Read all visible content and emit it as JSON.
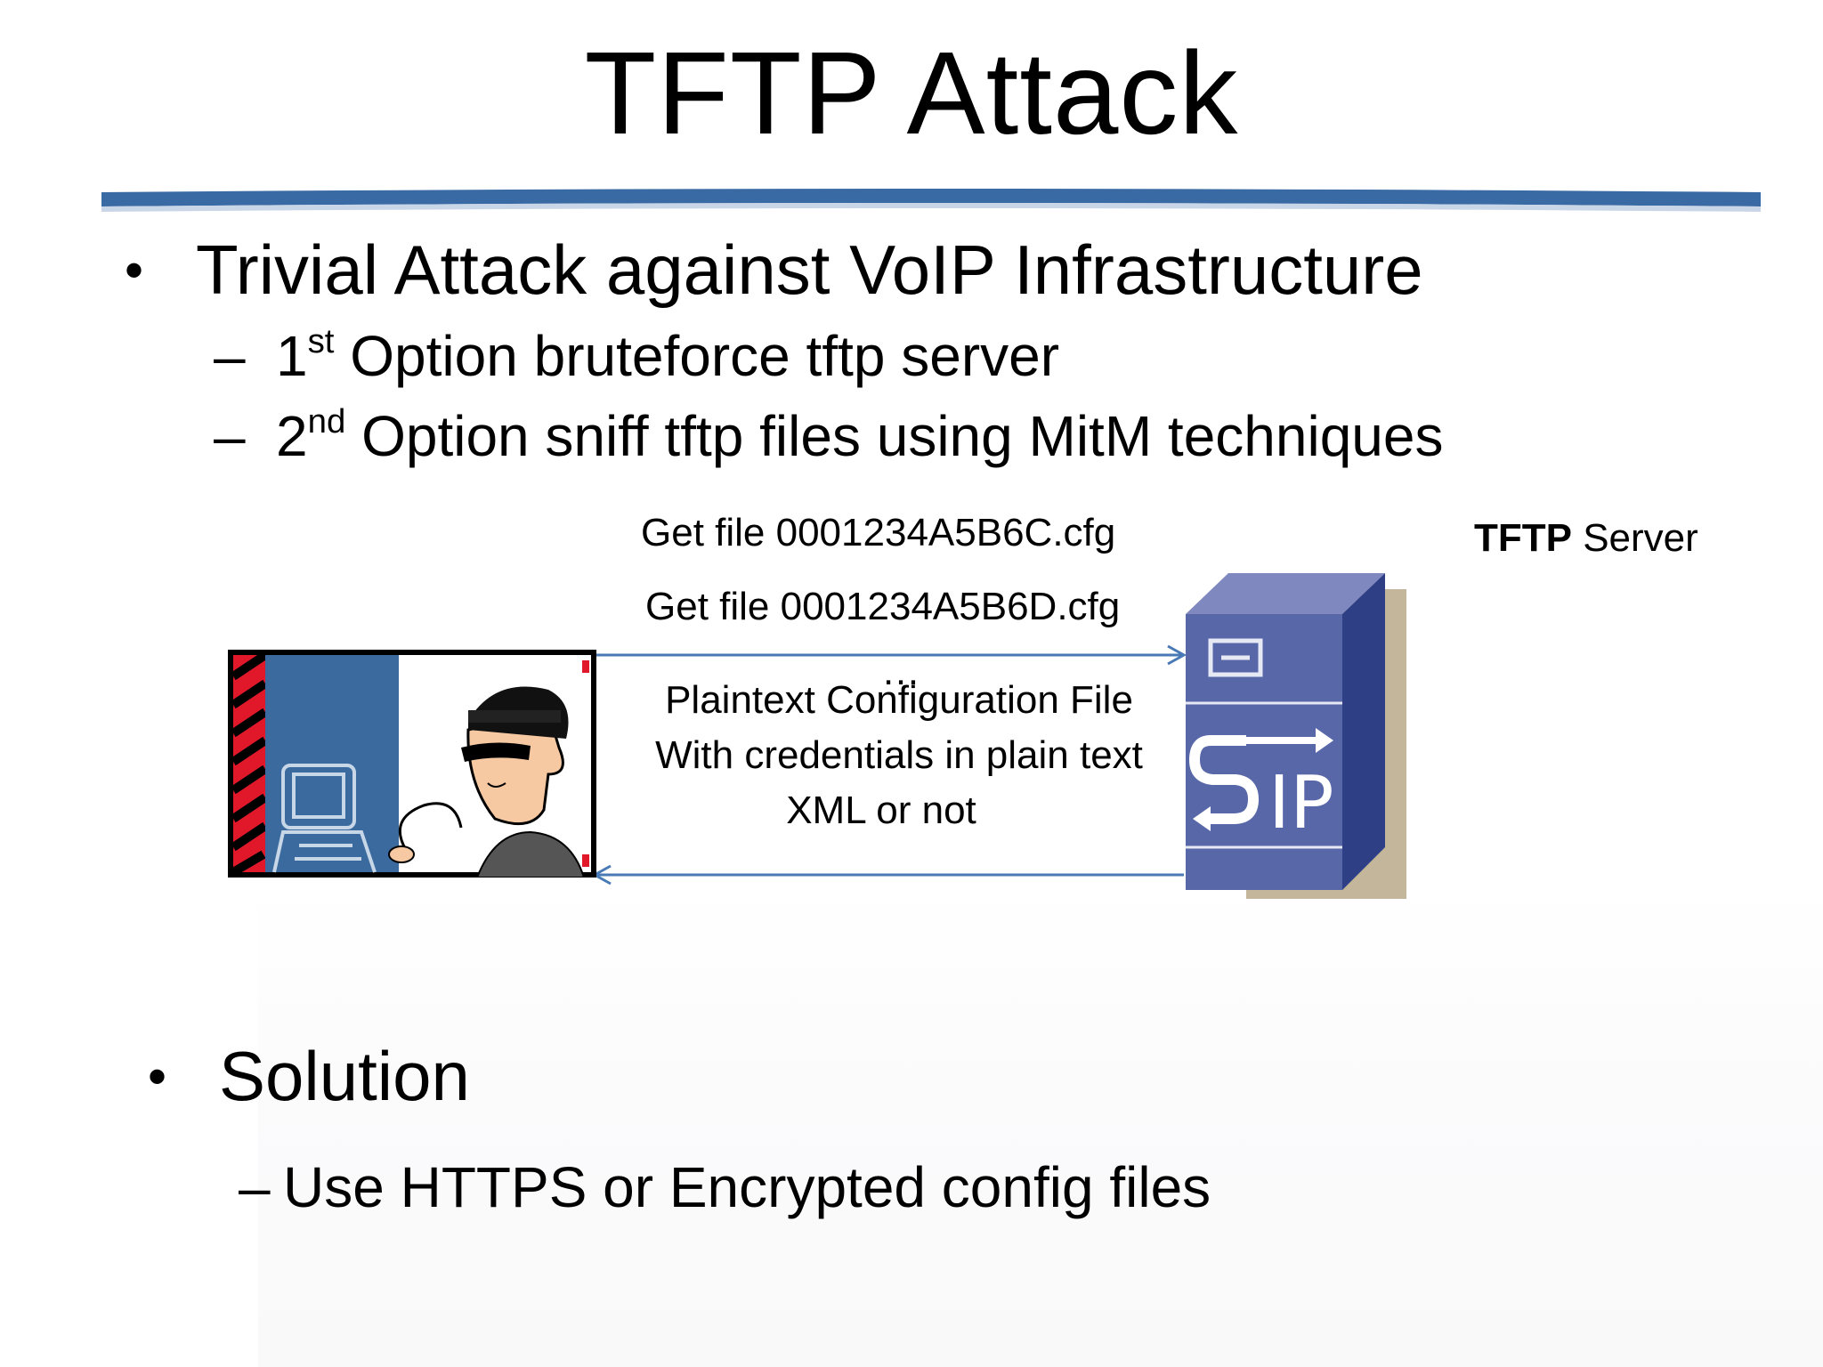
{
  "slide": {
    "title": "TFTP Attack",
    "bullet_main": "Trivial Attack against VoIP Infrastructure",
    "sub1": {
      "dash": "–",
      "num": "1",
      "sup": "st",
      "text": " Option bruteforce tftp server"
    },
    "sub2": {
      "dash": "–",
      "num": "2",
      "sup": "nd",
      "text": " Option sniff tftp files using MitM techniques"
    },
    "bullet_glyph": "•",
    "diagram": {
      "request1": "Get file 0001234A5B6C.cfg",
      "request2": "Get file 0001234A5B6D.cfg",
      "ellipsis": "…",
      "response_line1": "Plaintext Configuration File",
      "response_line2": "With credentials in plain text",
      "response_line3": "XML or not",
      "server_label_bold": "TFTP",
      "server_label_rest": " Server",
      "server_logo_text": "IP",
      "arrow_color": "#4a7ab5",
      "attacker_icon": "hacker-at-computer-icon",
      "server_icon": "sip-server-icon"
    },
    "solution_heading": "Solution",
    "solution_item": {
      "dash": "–",
      "text": " Use HTTPS or Encrypted config files"
    },
    "colors": {
      "rule_blue": "#3a6aa4",
      "server_face": "#5767a8",
      "server_side": "#2e3f86"
    }
  }
}
